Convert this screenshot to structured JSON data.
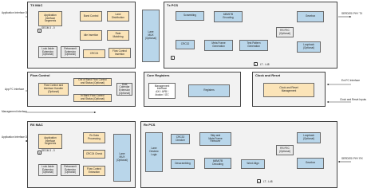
{
  "left_labels": {
    "app_tx": "Application\nInterface\nData",
    "app_fc": "App FC\nInterface",
    "mgmt": "Management\nInterface",
    "app_rx": "Application\nInterface\nData"
  },
  "right_labels": {
    "serdes_tx": "SERDES/ PHY\nTX",
    "ext_fc": "Ext FC\nInterface",
    "clock_reset": "Clock and\nReset Inputs",
    "serdes_rx": "SERDES/ PHY\nRX"
  },
  "tx_mac": {
    "title": "TX MAC",
    "app_seg": "Application\nInterface\nSegments",
    "seg_tag": "SEGM 3 - 0",
    "burst": "Burst Control",
    "lane_dist": "Lane\nDistribution",
    "idle": "Idle Insertion",
    "rate": "Rate\nMatching",
    "loop_ext": "Look Aside\nExtension\n(Optional)",
    "retrans": "Retransmit\nExtension\n(Optional)",
    "crc24": "CRC24",
    "flow_int": "Flow Control\nInsertion",
    "lane_mux": "Lane\nMUX\n(Optional)"
  },
  "tx_pcs": {
    "title": "Tx PCS",
    "scrambling": "Scrambling",
    "encoding": "64B/67B\nEncoding",
    "gearbox": "Gearbox",
    "crc32": "CRC32",
    "meta": "Meta Frame\nGeneration",
    "test": "Test Pattern\nGeneration",
    "rsfec": "RS FEC\n(Optional)",
    "loopback": "Loopback\n(Optional)",
    "lane_tag": "LT - L48"
  },
  "flow_control": {
    "title": "Flow Control",
    "handler": "Flow Control and\nInterface Handler\n(Optional)",
    "oob": "Out of Band Flow Control\nand Status (Optional)",
    "inband": "In Band Flow Control\nand Status (Optional)",
    "dual_cal": "Dual Calendar\nExtension\n(Optional)"
  },
  "core_registers": {
    "title": "Core Registers",
    "mgmt_if": "Management\nInterface\nAXI / APB /\nAvalon / I2C",
    "registers": "Registers"
  },
  "clock_reset_blk": {
    "title": "Clock and Reset",
    "mgmt": "Clock and Reset\nManagement"
  },
  "rx_mac": {
    "title": "RX MAC",
    "app_seg": "Application\nInterface\nSegments",
    "seg_tag": "SEGM 3 - 0",
    "rx_data": "Rx Data\nProcessing",
    "crc24": "CRC24 Check",
    "loop_ext": "Look Aside\nExtension\n(Optional)",
    "retrans": "Retransmit\nExtension\n(Optional)",
    "flow_ext": "Flow Control\nExtraction",
    "lane_mux": "Lane\nMUX\n(Optional)"
  },
  "rx_pcs": {
    "title": "Rx PCS",
    "deskew": "Lane\nDeskew\nLogic",
    "crc32": "CRC32\nChecker",
    "skip": "Skip and\nMeta Frame\nRemover",
    "descrambling": "Descrambling",
    "decoding": "64B/67B\nDecoding",
    "word_align": "Word Align",
    "rsfec": "RS FEC\n(Optional)",
    "loopback": "Loopback\n(Optional)",
    "gearbox": "Gearbox",
    "lane_tag": "LT - L48"
  }
}
